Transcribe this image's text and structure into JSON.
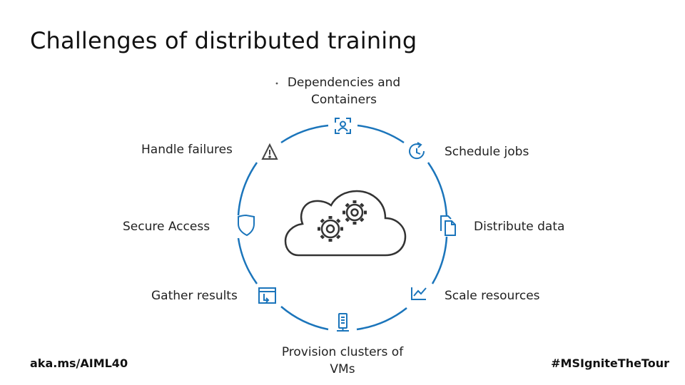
{
  "title": "Challenges of distributed training",
  "nodes": [
    {
      "id": "dependencies",
      "label_line1": "Dependencies and",
      "label_line2": "Containers",
      "icon": "container-user-icon"
    },
    {
      "id": "schedule",
      "label": "Schedule jobs",
      "icon": "clock-refresh-icon"
    },
    {
      "id": "distribute",
      "label": "Distribute data",
      "icon": "documents-icon"
    },
    {
      "id": "scale",
      "label": "Scale resources",
      "icon": "trend-chart-icon"
    },
    {
      "id": "provision",
      "label_line1": "Provision clusters of",
      "label_line2": "VMs",
      "icon": "server-icon"
    },
    {
      "id": "gather",
      "label": "Gather results",
      "icon": "download-window-icon"
    },
    {
      "id": "secure",
      "label": "Secure Access",
      "icon": "shield-icon"
    },
    {
      "id": "failures",
      "label": "Handle failures",
      "icon": "warning-icon"
    }
  ],
  "center_icon": "cloud-gears-icon",
  "footer": {
    "link": "aka.ms/AIML40",
    "hashtag": "#MSIgniteTheTour"
  },
  "colors": {
    "ring": "#1b75bb",
    "icon": "#1b75bb",
    "cloud": "#333333",
    "warning": "#444444"
  }
}
